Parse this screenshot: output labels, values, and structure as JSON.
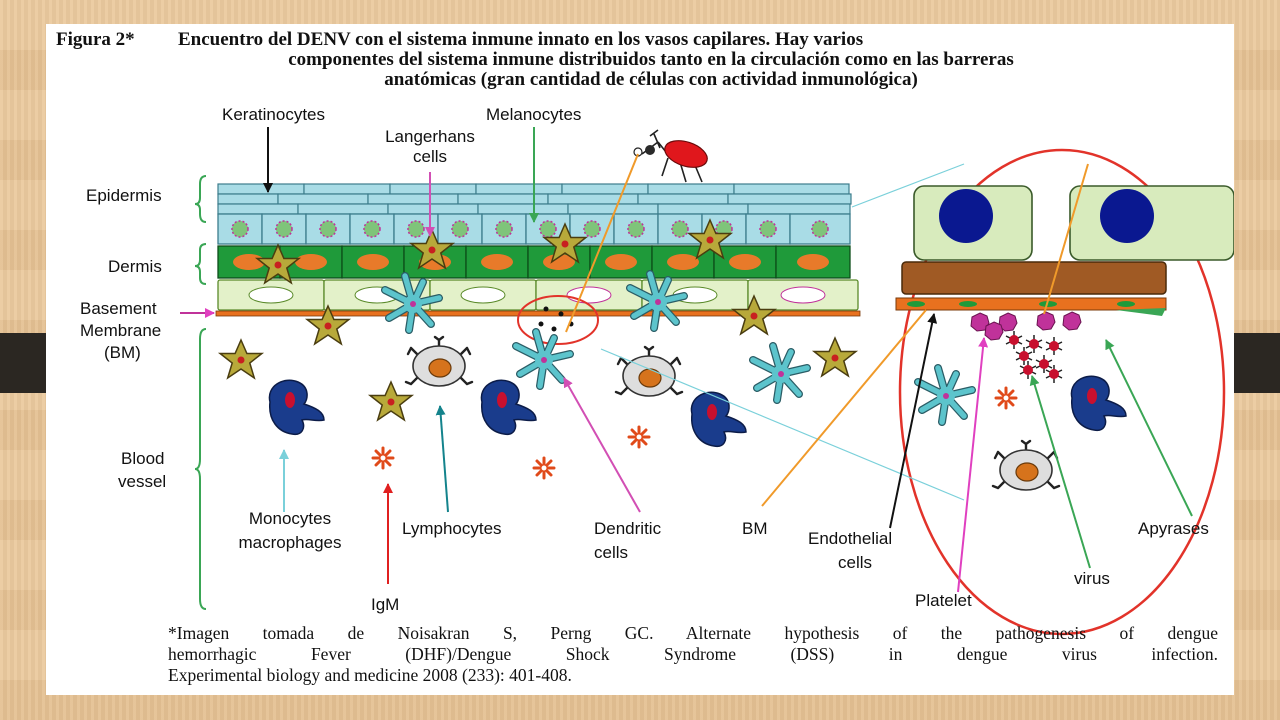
{
  "title": {
    "label": "Figura 2*",
    "line1": "Encuentro del DENV con el sistema inmune innato en los vasos capilares. Hay varios",
    "line2": "componentes del sistema inmune distribuidos tanto en la circulación como en las barreras",
    "line3": "anatómicas (gran cantidad de células con actividad inmunológica)"
  },
  "labels": {
    "keratinocytes": "Keratinocytes",
    "langerhans_1": "Langerhans",
    "langerhans_2": "cells",
    "melanocytes": "Melanocytes",
    "epidermis": "Epidermis",
    "dermis": "Dermis",
    "basement_1": "Basement",
    "basement_2": "Membrane",
    "basement_3": "(BM)",
    "blood_1": "Blood",
    "blood_2": "vessel",
    "monocytes_1": "Monocytes",
    "monocytes_2": "macrophages",
    "lymphocytes": "Lymphocytes",
    "igm": "IgM",
    "dendritic_1": "Dendritic",
    "dendritic_2": "cells",
    "bm": "BM",
    "endothelial_1": "Endothelial",
    "endothelial_2": "cells",
    "platelet": "Platelet",
    "virus": "virus",
    "apyrases": "Apyrases"
  },
  "citation": {
    "line1": "*Imagen tomada de Noisakran S, Perng GC. Alternate hypothesis of the pathogenesis of dengue",
    "line2": "hemorrhagic Fever (DHF)/Dengue Shock Syndrome (DSS) in dengue virus infection.",
    "line3": "Experimental biology and medicine 2008 (233): 401-408."
  },
  "colors": {
    "slide_background": "#e9c79b",
    "keratinocyte": "#a9dce6",
    "dermis_green": "#1f9a3a",
    "dermis_nucleus": "#e87a2a",
    "basement_membrane": "#e8711f",
    "endothelial_cell": "#d8ebbd",
    "endothelial_nucleus": "#0a1890",
    "langerhans_star": "#b8a93a",
    "dendritic_cell": "#5cc4cc",
    "macrophage": "#1a3c8c",
    "lymphocyte": "#d9d9d9",
    "platelet": "#c0329a",
    "virus": "#c8102e",
    "zoom_circle": "#e2332a",
    "mosquito": "#e0171c"
  }
}
